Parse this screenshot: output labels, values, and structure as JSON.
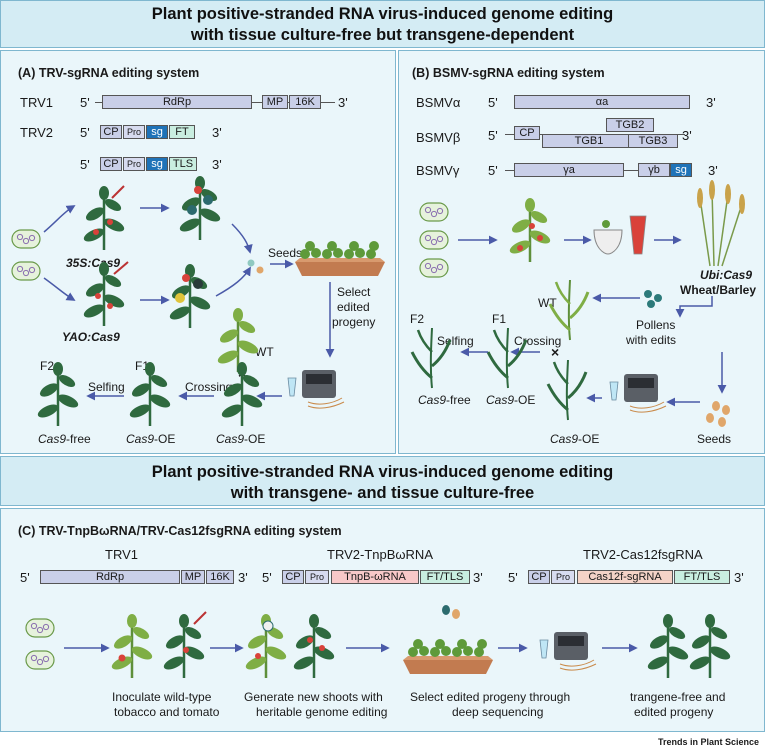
{
  "top_title_line1": "Plant positive-stranded RNA virus-induced genome editing",
  "top_title_line2": "with tissue culture-free but transgene-dependent",
  "bottom_title_line1": "Plant positive-stranded RNA virus-induced genome editing",
  "bottom_title_line2": "with transgene- and tissue culture-free",
  "panel_a": {
    "title": "(A)   TRV-sgRNA editing system",
    "trv1_label": "TRV1",
    "trv2_label": "TRV2",
    "five": "5'",
    "three": "3'",
    "rdrp": "RdRp",
    "mp": "MP",
    "k16": "16K",
    "cp": "CP",
    "pro": "Pro",
    "sg": "sg",
    "ft": "FT",
    "tls": "TLS",
    "cas9_35s": "35S:Cas9",
    "yao_cas9": "YAO:Cas9",
    "seeds": "Seeds",
    "select": [
      "Select",
      "edited",
      "progeny"
    ],
    "wt": "WT",
    "cross": "×",
    "f1": "F1",
    "f2": "F2",
    "selfing": "Selfing",
    "crossing": "Crossing",
    "cas9free_a": "Cas9",
    "cas9free_b": "-free",
    "cas9oe_a": "Cas9",
    "cas9oe_b": "-OE"
  },
  "panel_b": {
    "title": "(B)   BSMV-sgRNA editing system",
    "alpha": "BSMVα",
    "beta": "BSMVβ",
    "gamma": "BSMVγ",
    "aa": "αa",
    "cp": "CP",
    "tgb1": "TGB1",
    "tgb2": "TGB2",
    "tgb3": "TGB3",
    "ya": "γa",
    "yb": "γb",
    "sg": "sg",
    "ubi_cas9": "Ubi:Cas9",
    "wheat_barley": "Wheat/Barley",
    "pollens": [
      "Pollens",
      "with edits"
    ],
    "wt": "WT",
    "cross": "×",
    "f1": "F1",
    "f2": "F2",
    "selfing": "Selfing",
    "crossing": "Crossing",
    "seeds": "Seeds"
  },
  "panel_c": {
    "title": "(C)   TRV-TnpBωRNA/TRV-Cas12fsgRNA editing system",
    "trv1": "TRV1",
    "trv2_tnpb": "TRV2-TnpBωRNA",
    "trv2_cas12": "TRV2-Cas12fsgRNA",
    "tnpb_box": "TnpB-ωRNA",
    "cas12_box": "Cas12f-sgRNA",
    "fttls": "FT/TLS",
    "step1": [
      "Inoculate wild-type",
      "tobacco and tomato"
    ],
    "step2": [
      "Generate new shoots with",
      "heritable genome editing"
    ],
    "step3": [
      "Select edited progeny through",
      "deep sequencing"
    ],
    "step4": [
      "trangene-free and",
      "edited progeny"
    ]
  },
  "credit": "Trends in Plant Science",
  "colors": {
    "header": "#d4ecf4",
    "section": "#eaf6fa",
    "border": "#7fb7cf",
    "sg": "#1f73b8",
    "arrow": "#4a5aa8",
    "plant": "#2f6a3f"
  }
}
